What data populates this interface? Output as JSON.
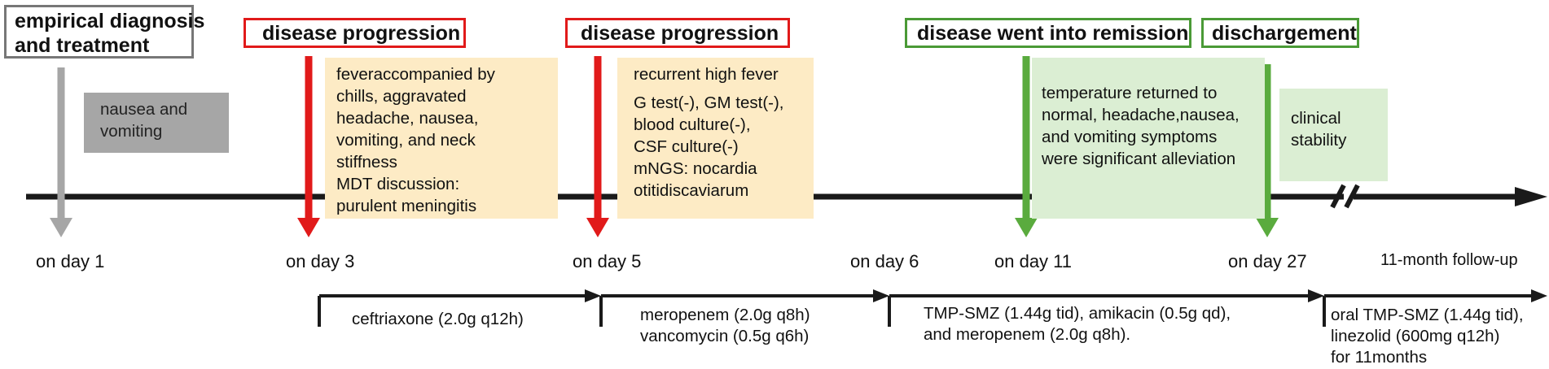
{
  "colors": {
    "progression": "#e11a1a",
    "remission": "#5aab3e",
    "initial": "#a6a6a6",
    "timeline": "#1a1a1a"
  },
  "headers": {
    "empirical": [
      "empirical diagnosis",
      "and treatment"
    ],
    "progression_1": "disease progression",
    "progression_2": "disease progression",
    "remission": "disease went into remission",
    "discharge": "dischargement"
  },
  "events": {
    "day1": [
      "nausea and",
      "vomiting"
    ],
    "day3": [
      "feveraccompanied by",
      "chills, aggravated",
      "headache, nausea,",
      "vomiting, and neck",
      "stiffness",
      "MDT discussion:",
      "purulent meningitis"
    ],
    "day5": [
      "recurrent high fever",
      "G test(-), GM test(-),",
      "blood culture(-),",
      "CSF culture(-)",
      "mNGS: nocardia",
      "otitidiscaviarum"
    ],
    "day11": [
      "temperature returned to",
      "normal, headache,nausea,",
      "and vomiting symptoms",
      "were significant alleviation"
    ],
    "day27": [
      "clinical",
      "stability"
    ]
  },
  "days": {
    "d1": "on day 1",
    "d3": "on day 3",
    "d5": "on day 5",
    "d6": "on day 6",
    "d11": "on day 11",
    "d27": "on day 27",
    "followup": "11-month follow-up"
  },
  "treatments": {
    "t1": [
      "ceftriaxone (2.0g q12h)"
    ],
    "t2": [
      "meropenem (2.0g q8h)",
      "vancomycin (0.5g q6h)"
    ],
    "t3": [
      "TMP-SMZ (1.44g tid), amikacin (0.5g qd),",
      "and meropenem (2.0g q8h)."
    ],
    "t4": [
      "oral TMP-SMZ (1.44g tid),",
      "linezolid (600mg q12h)",
      "for 11months"
    ]
  }
}
